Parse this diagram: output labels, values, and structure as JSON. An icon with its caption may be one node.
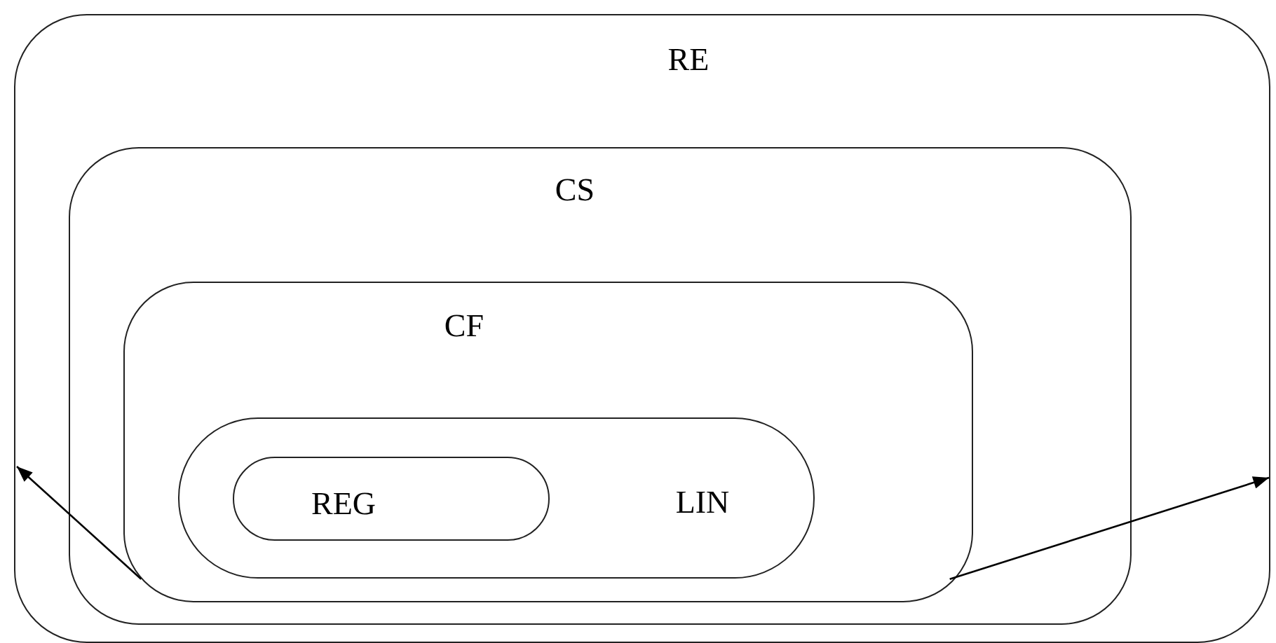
{
  "diagram": {
    "nodes": [
      {
        "text": [
          "RE"
        ]
      },
      {
        "text": [
          "CS"
        ],
        "in": 0
      },
      {
        "text": [
          "CF"
        ],
        "in": 1
      },
      {
        "text": [
          "LIN"
        ],
        "in": 2
      },
      {
        "text": [
          "REG"
        ],
        "in": 3
      }
    ],
    "edges": [
      {
        "from": 2,
        "to": 0,
        "arrow": "to"
      },
      {
        "from": 2,
        "to": 0,
        "arrow": "to"
      }
    ]
  }
}
